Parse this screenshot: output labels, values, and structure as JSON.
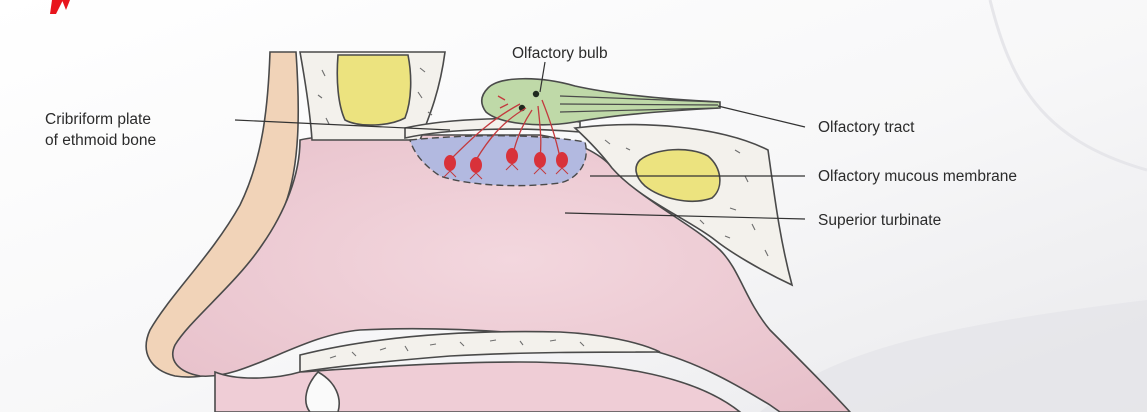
{
  "diagram": {
    "labels": {
      "olfactory_bulb": "Olfactory bulb",
      "cribriform_line1": "Cribriform plate",
      "cribriform_line2": "of ethmoid bone",
      "olfactory_tract": "Olfactory tract",
      "olfactory_mucous_membrane": "Olfactory mucous membrane",
      "superior_turbinate": "Superior turbinate"
    },
    "colors": {
      "page_background": "#fdfdfd",
      "mucosa_pink": "#efcdd6",
      "skin_tan": "#f1d3b8",
      "bone": "#f3f1ec",
      "sinus_yellow": "#ece37f",
      "bulb_green": "#bfd9a8",
      "olfactory_epithelium_blue": "#b2b9e0",
      "receptor_red": "#d8323a",
      "red_title_fragment": "#e8141c"
    }
  }
}
